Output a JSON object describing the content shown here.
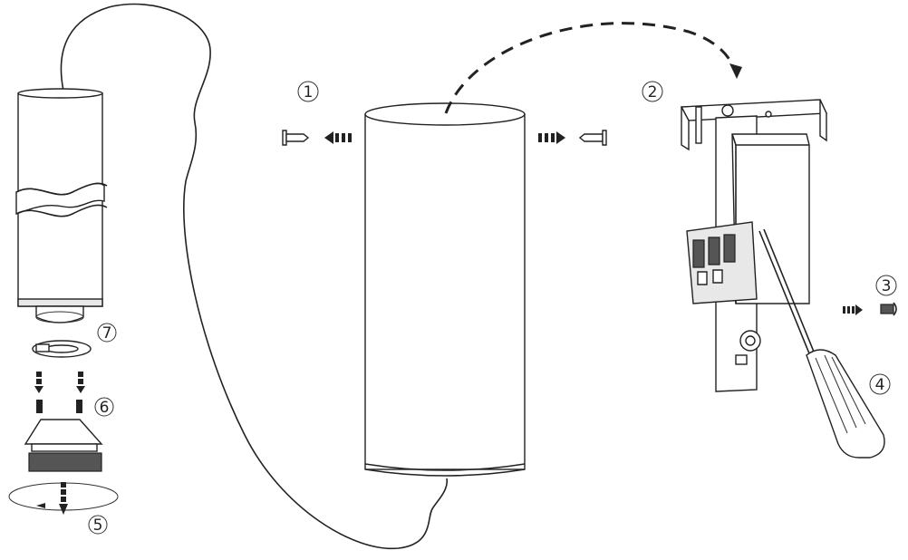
{
  "steps": [
    {
      "label": "1"
    },
    {
      "label": "2"
    },
    {
      "label": "3"
    },
    {
      "label": "4"
    },
    {
      "label": "5"
    },
    {
      "label": "6"
    },
    {
      "label": "7"
    }
  ],
  "colors": {
    "ink": "#222222",
    "background": "#ffffff"
  },
  "icons": [
    "screw-icon",
    "screwdriver-icon",
    "arrow-icon",
    "curved-dashed-arrow-icon",
    "rotation-arrow-icon"
  ]
}
